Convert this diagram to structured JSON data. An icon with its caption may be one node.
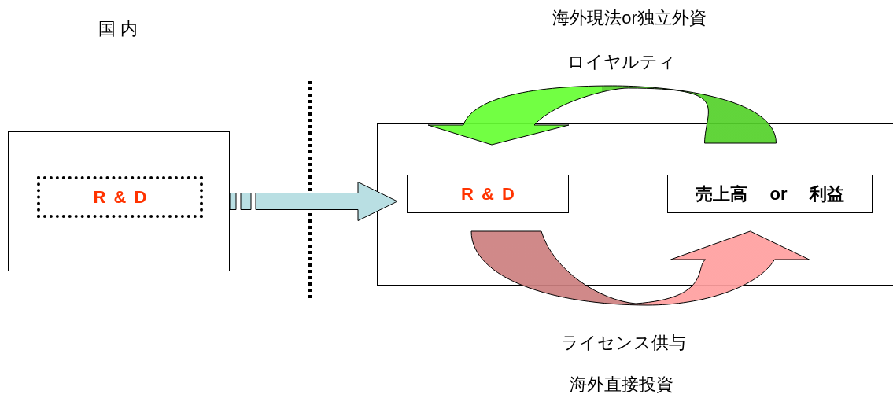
{
  "diagram": {
    "nodes": [
      {
        "text": [],
        "shape": "box"
      },
      {
        "text": [
          "R & D"
        ],
        "in": 0
      },
      {
        "text": [],
        "shape": "box"
      },
      {
        "text": [
          "R & D"
        ],
        "in": 2
      },
      {
        "text": [
          "売上高 or 利益"
        ],
        "in": 2
      }
    ],
    "edges": [
      {
        "from": 0,
        "to": 3,
        "arrow": "to",
        "color": "#b9dfe3"
      },
      {
        "from": 4,
        "to": 3,
        "arrow": "to",
        "label": "ロイヤルティ",
        "color": "#66ff33"
      },
      {
        "from": 3,
        "to": 4,
        "arrow": "to",
        "label": "ライセンス供与",
        "color": "#ff9f9f"
      }
    ],
    "labels": [
      "国 内",
      "海外現法or独立外資",
      "海外直接投資"
    ]
  }
}
